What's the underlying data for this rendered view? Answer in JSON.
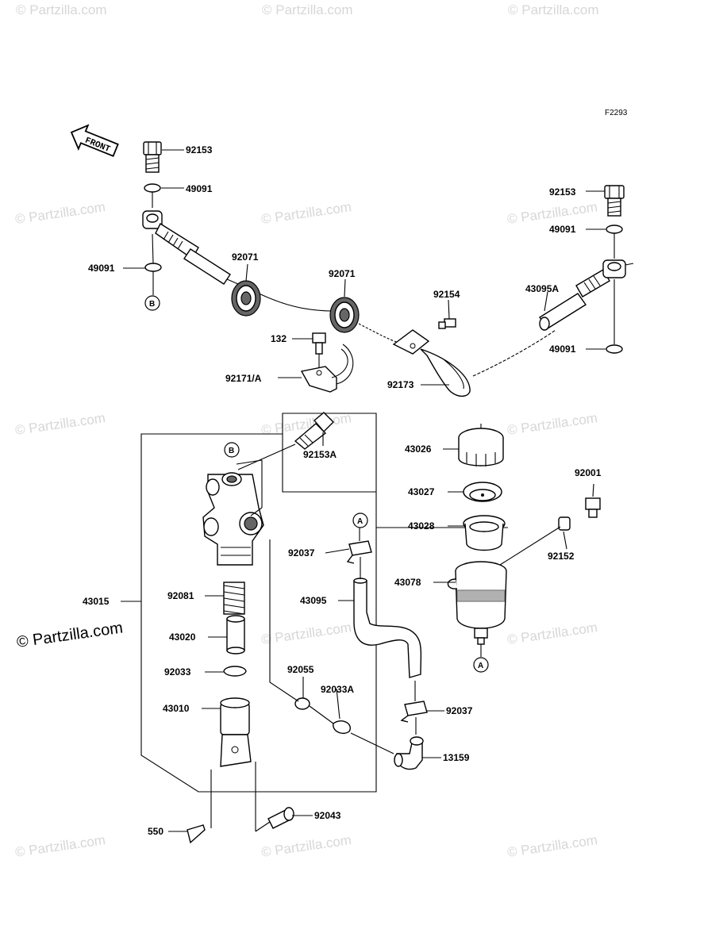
{
  "figure_code": "F2293",
  "front_label": "FRONT",
  "watermark_text": "© Partzilla.com",
  "ref_markers": {
    "a": "A",
    "b": "B"
  },
  "labels": {
    "l_92153_top": "92153",
    "l_49091_top": "49091",
    "l_49091_left": "49091",
    "l_92071_left": "92071",
    "l_92071_mid": "92071",
    "l_132": "132",
    "l_92171a": "92171/A",
    "l_92154": "92154",
    "l_92173": "92173",
    "l_92153_right": "92153",
    "l_49091_right_top": "49091",
    "l_43095a": "43095A",
    "l_49091_right_bot": "49091",
    "l_92153a": "92153A",
    "l_43026": "43026",
    "l_43027": "43027",
    "l_43028": "43028",
    "l_43078": "43078",
    "l_92001": "92001",
    "l_92152": "92152",
    "l_92037_top": "92037",
    "l_43095": "43095",
    "l_43015": "43015",
    "l_92081": "92081",
    "l_43020": "43020",
    "l_92033": "92033",
    "l_43010": "43010",
    "l_92055": "92055",
    "l_92033a": "92033A",
    "l_92037_bot": "92037",
    "l_13159": "13159",
    "l_92043": "92043",
    "l_550": "550"
  }
}
